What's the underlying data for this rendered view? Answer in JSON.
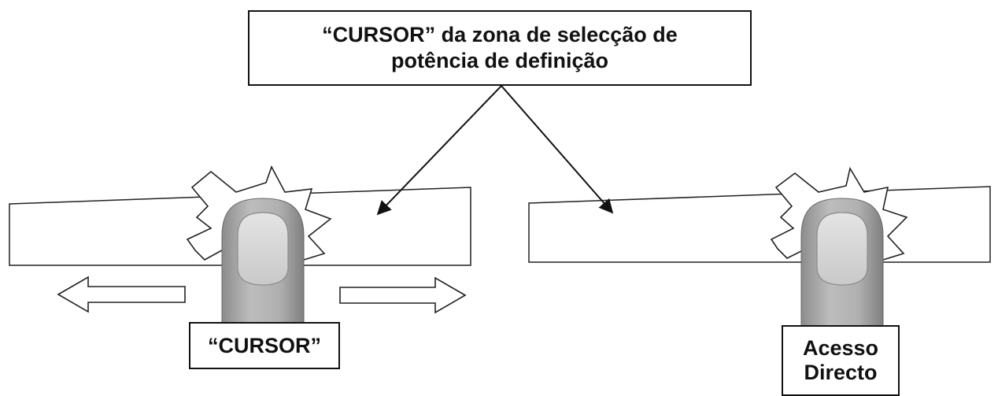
{
  "labels": {
    "title_line1": "“CURSOR” da zona de selecção de",
    "title_line2": "potência de definição",
    "cursor": "“CURSOR”",
    "direct_line1": "Acesso",
    "direct_line2": "Directo"
  },
  "icons": [
    "finger-icon",
    "touch-burst-icon",
    "left-arrow-icon",
    "right-arrow-icon"
  ],
  "colors": {
    "line": "#111111",
    "finger": "#a8a8a8",
    "background": "#ffffff"
  }
}
